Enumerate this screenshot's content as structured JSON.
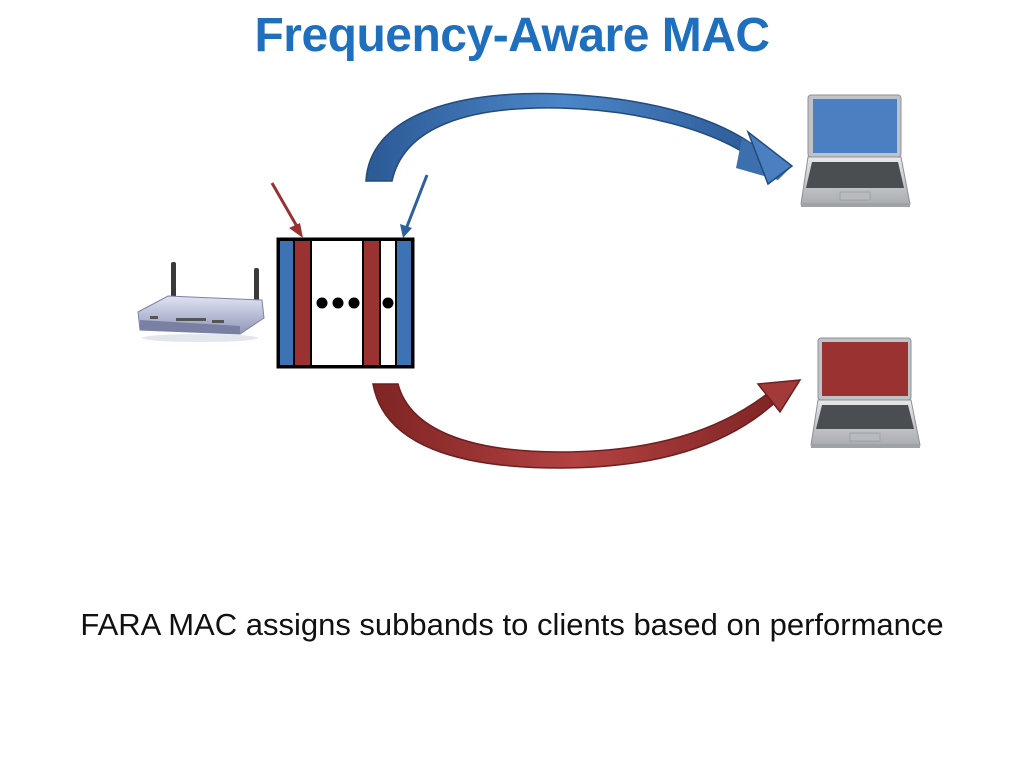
{
  "slide": {
    "title": "Frequency-Aware MAC",
    "caption": "FARA MAC assigns subbands to clients based on performance"
  },
  "colors": {
    "title": "#1f6fbf",
    "blue": "#3d72b4",
    "red": "#9a3232",
    "blue_arrow": "#2e5f9e",
    "red_arrow": "#8e2d2d",
    "laptop_body": "#c9ccd1",
    "keyboard": "#4a4d52"
  },
  "subband_colors": [
    "blue",
    "red",
    "white",
    "white",
    "red",
    "white",
    "blue"
  ],
  "icons": [
    "router-icon",
    "laptop-icon",
    "laptop-icon"
  ]
}
